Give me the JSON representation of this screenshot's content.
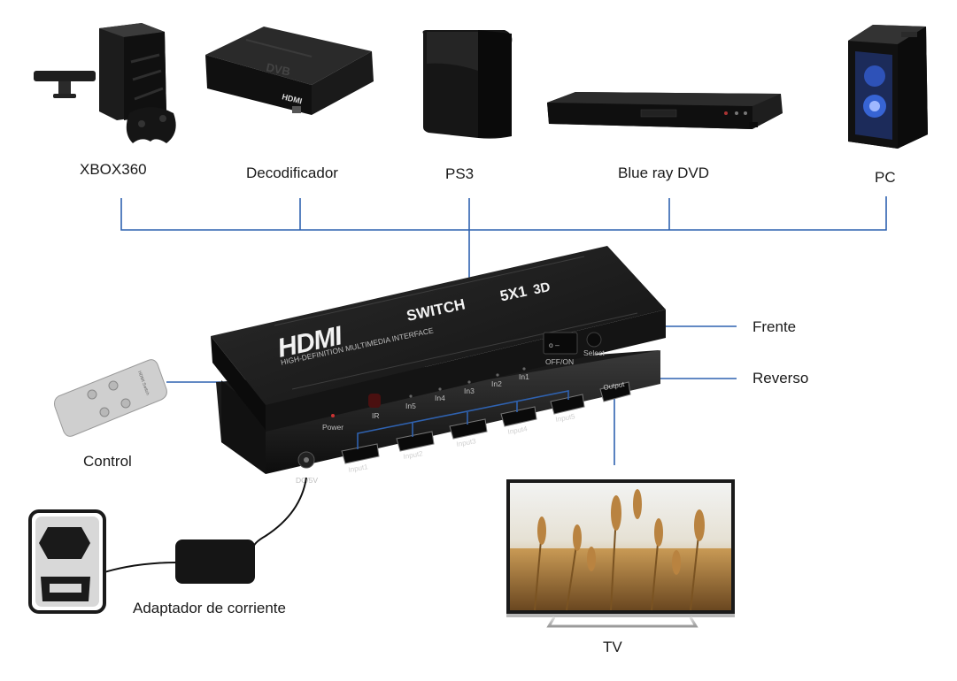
{
  "devices": [
    {
      "id": "xbox",
      "label": "XBOX360"
    },
    {
      "id": "decoder",
      "label": "Decodificador"
    },
    {
      "id": "ps3",
      "label": "PS3"
    },
    {
      "id": "bluray",
      "label": "Blue ray DVD"
    },
    {
      "id": "pc",
      "label": "PC"
    }
  ],
  "callouts": {
    "front": "Frente",
    "back": "Reverso",
    "remote": "Control",
    "adapter": "Adaptador de corriente",
    "tv": "TV"
  },
  "switch": {
    "logo": "HDMI",
    "logo_tagline": "HIGH-DEFINITION MULTIMEDIA INTERFACE",
    "model": "SWITCH",
    "ports_spec": "5X1",
    "feature": "3D",
    "power_label": "Power",
    "ir_label": "IR",
    "led_labels": [
      "In5",
      "In4",
      "In3",
      "In2",
      "In1"
    ],
    "toggle_label": "OFF/ON",
    "select_label": "Select",
    "input_labels": [
      "Input1",
      "Input2",
      "Input3",
      "Input4",
      "Input5"
    ],
    "output_label": "Output",
    "dc_label": "DC/5V"
  },
  "remote_brand": "HDMI Switch",
  "decoder_brand": "DVB",
  "decoder_logo": "HDMI",
  "colors": {
    "connector_line": "#2f62b0",
    "device_body": "#1b1b1b"
  }
}
